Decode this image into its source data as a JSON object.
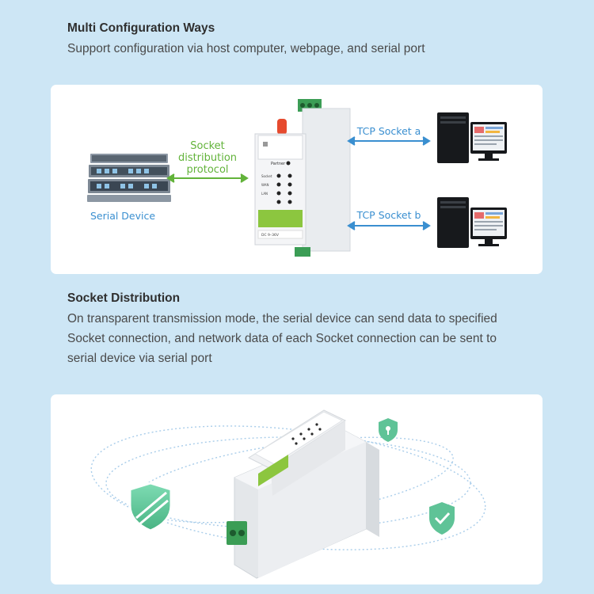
{
  "section1": {
    "title": "Multi Configuration Ways",
    "description": "Support configuration via host computer, webpage, and serial port"
  },
  "diagram1": {
    "left_label": "Serial Device",
    "center_label_lines": [
      "Socket",
      "distribution",
      "protocol"
    ],
    "socket_a_label": "TCP Socket a",
    "socket_b_label": "TCP Socket b",
    "device_face_text": [
      "Partner",
      "Socket",
      "WAN",
      "LAN",
      "DC 9–36V"
    ]
  },
  "section2": {
    "title": "Socket Distribution",
    "description_lines": [
      "On transparent transmission mode, the serial device can send data to specified",
      "Socket connection, and network data of each Socket connection can be sent to",
      "serial device via serial port"
    ]
  },
  "colors": {
    "page_bg": "#cde6f5",
    "card_bg": "#ffffff",
    "accent_green": "#62b33a",
    "accent_blue": "#3a8fd0",
    "shield_green": "#5fc397"
  }
}
